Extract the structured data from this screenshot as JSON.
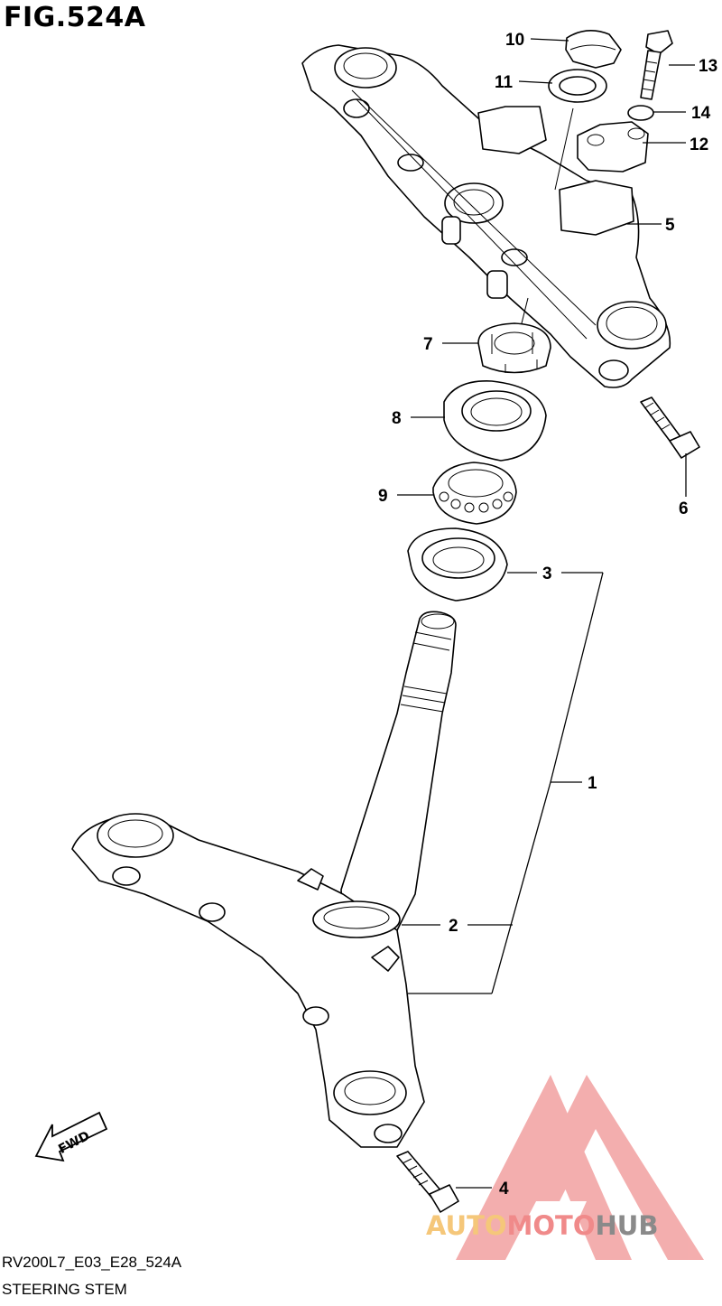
{
  "figure": {
    "title": "FIG.524A",
    "code": "RV200L7_E03_E28_524A",
    "caption": "STEERING STEM"
  },
  "fwd_label": "FWD",
  "callouts": [
    "1",
    "2",
    "3",
    "4",
    "5",
    "6",
    "7",
    "8",
    "9",
    "10",
    "11",
    "12",
    "13",
    "14"
  ],
  "watermark": {
    "part1": "AUTO",
    "part2": "MOTO",
    "part3": "HUB",
    "colors": {
      "auto": "#f5c77a",
      "moto": "#f08a8a",
      "hub": "#8a8a8a",
      "logo": "#f2a0a0"
    }
  }
}
